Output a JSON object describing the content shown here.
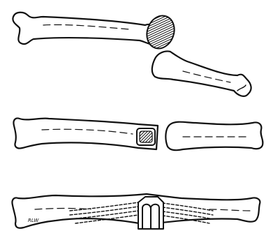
{
  "figure": {
    "stages": [
      {
        "id": "stage-1",
        "parts": [
          "proximal-bone-with-resected-end",
          "distal-bone-fragment"
        ]
      },
      {
        "id": "stage-2",
        "parts": [
          "proximal-bone-with-cavity",
          "distal-bone-fragment"
        ]
      },
      {
        "id": "stage-3",
        "parts": [
          "joined-bone-with-implant"
        ]
      }
    ],
    "signature": "RLW"
  }
}
